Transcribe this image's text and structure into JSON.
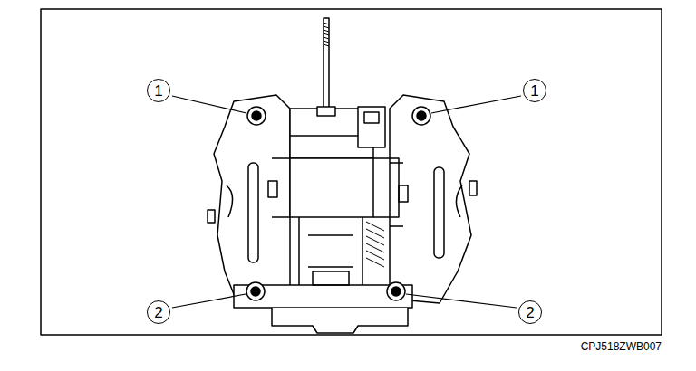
{
  "diagram": {
    "labels": [
      "1",
      "1",
      "2",
      "2",
      "CPJ518ZWB007"
    ]
  }
}
